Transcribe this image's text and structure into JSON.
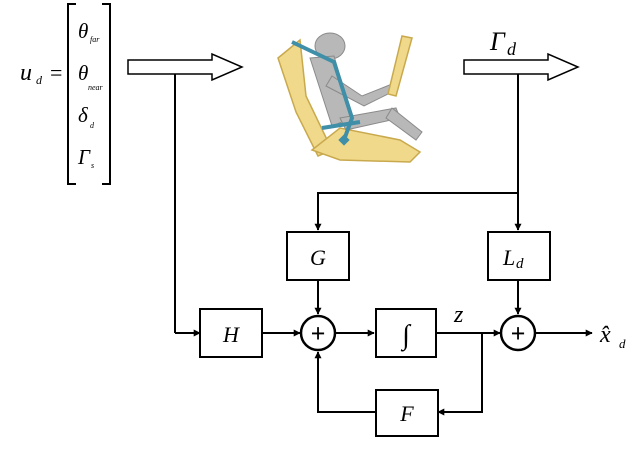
{
  "input_vector": {
    "lhs": "u",
    "lhs_sub": "d",
    "equals": "=",
    "components": [
      {
        "sym": "θ",
        "sub": "far"
      },
      {
        "sym": "θ",
        "sub": "near"
      },
      {
        "sym": "δ",
        "sub": "d"
      },
      {
        "sym": "Γ",
        "sub": "s"
      }
    ]
  },
  "torque_input": {
    "sym": "Γ",
    "sub": "d"
  },
  "blocks": {
    "H": "H",
    "G": "G",
    "L_sym": "L",
    "L_sub": "d",
    "integrator": "∫",
    "F": "F"
  },
  "summing_symbol": "+",
  "state_label": "z",
  "output": {
    "sym": "x̂",
    "sub": "d"
  },
  "colors": {
    "seat": "#f0d98a",
    "seat_edge": "#c9a94e",
    "mannequin": "#b8b8b8",
    "seatbelt": "#3f8fa8"
  }
}
